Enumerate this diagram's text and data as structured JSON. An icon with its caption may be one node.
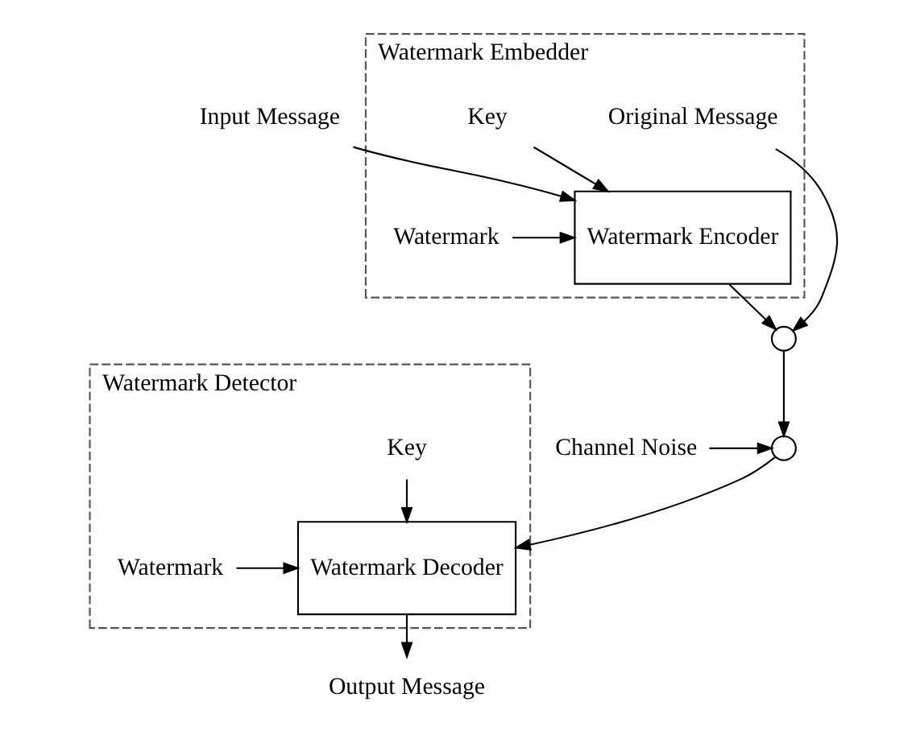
{
  "diagram": {
    "nodes": [
      {
        "text": [
          "Input Message"
        ]
      },
      {
        "text": [
          "Watermark Embedder"
        ]
      },
      {
        "text": [
          "Watermark"
        ],
        "in": 1
      },
      {
        "text": [
          "Watermark Encoder"
        ],
        "in": 1
      },
      {
        "text": [
          "Key"
        ],
        "in": 1
      },
      {
        "text": [],
        "shape": "circle"
      },
      {
        "text": [
          "Original Message"
        ],
        "in": 1
      },
      {
        "text": [
          "Channel Noise"
        ]
      },
      {
        "text": [],
        "shape": "circle"
      },
      {
        "text": [
          "Watermark Detector"
        ]
      },
      {
        "text": [
          "Watermark"
        ],
        "in": 9
      },
      {
        "text": [
          "Watermark Decoder"
        ],
        "in": 9
      },
      {
        "text": [
          "Key"
        ],
        "in": 9
      },
      {
        "text": [
          "Output Message"
        ]
      }
    ],
    "edges": [
      {
        "from": 0,
        "to": 3,
        "arrow": "to"
      },
      {
        "from": 2,
        "to": 3,
        "arrow": "to"
      },
      {
        "from": 4,
        "to": 3,
        "arrow": "to"
      },
      {
        "from": 3,
        "to": 5,
        "arrow": "to"
      },
      {
        "from": 6,
        "to": 5,
        "arrow": "to"
      },
      {
        "from": 5,
        "to": 8,
        "arrow": "to"
      },
      {
        "from": 7,
        "to": 8,
        "arrow": "to"
      },
      {
        "from": 8,
        "to": 11,
        "arrow": "to"
      },
      {
        "from": 10,
        "to": 11,
        "arrow": "to"
      },
      {
        "from": 12,
        "to": 11,
        "arrow": "to"
      },
      {
        "from": 11,
        "to": 13,
        "arrow": "to"
      }
    ]
  }
}
